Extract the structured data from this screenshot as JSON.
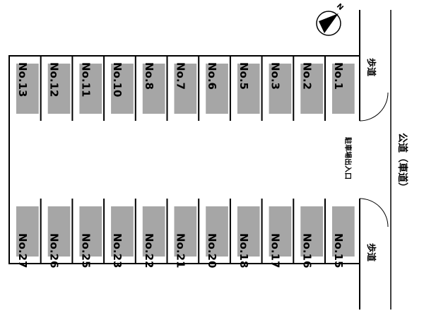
{
  "compass": {
    "label": "N",
    "icon": "north-arrow-icon"
  },
  "top_row": [
    "No.13",
    "No.12",
    "No.11",
    "No.10",
    "No.8",
    "No.7",
    "No.6",
    "No.5",
    "No.3",
    "No.2",
    "No.1"
  ],
  "bottom_row": [
    "No.27",
    "No.26",
    "No.25",
    "No.23",
    "No.22",
    "No.21",
    "No.20",
    "No.18",
    "No.17",
    "No.16",
    "No.15"
  ],
  "labels": {
    "sidewalk_top": "歩道",
    "sidewalk_bottom": "歩道",
    "entrance": "駐車場出入口",
    "public_road": "公道（車道）"
  },
  "colors": {
    "stall_fill": "#a6a6a6",
    "line": "#000000",
    "background": "#ffffff"
  }
}
